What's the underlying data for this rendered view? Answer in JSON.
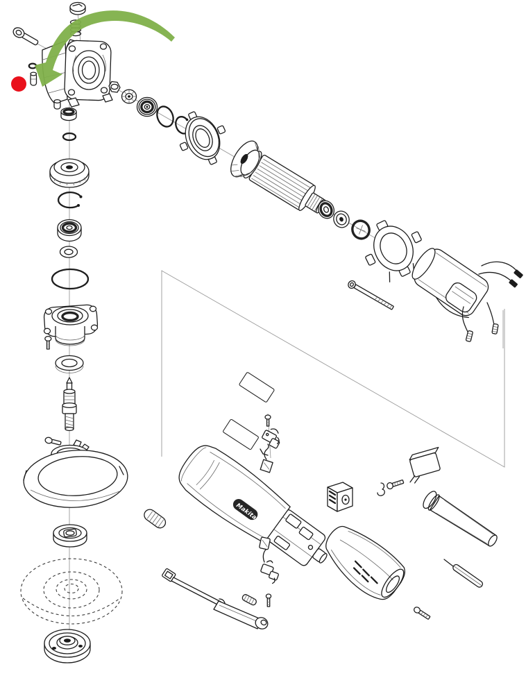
{
  "document": {
    "type": "exploded-parts-diagram",
    "subject": "angle-grinder",
    "background": "#ffffff",
    "line_art_color": "#1c1c1c"
  },
  "branding": {
    "logo_text": "Makita",
    "badge_color": "#262626",
    "badge_text_color": "#ffffff"
  },
  "annotation": {
    "arrow": {
      "shape": "curved-arrow",
      "color": "#7fb04a",
      "direction": "sweeps-from-upper-right-down-to-lower-left"
    },
    "target_marker": {
      "shape": "filled-circle",
      "color": "#e9111c",
      "marks": "shaft-lock-pin-position"
    }
  },
  "parts": {
    "gear_head_group": [
      "lock-button-cap",
      "compression-spring",
      "hex-bolt",
      "gear-housing",
      "o-ring-small",
      "shaft-lock-pin"
    ],
    "drive_train_group": [
      "hex-nut",
      "pinion-gear",
      "ball-bearing-front",
      "o-ring",
      "retaining-ring",
      "baffle-plate",
      "spiral-bevel-gear",
      "armature-assembly",
      "flat-washer",
      "ball-bearing-rear",
      "insulating-ring",
      "bearing-retainer",
      "long-pan-head-screw",
      "field-stator",
      "lead-wires"
    ],
    "spindle_column_group": [
      "sleeve-bushing",
      "labyrinth-ring",
      "o-ring-spindle",
      "spiral-bevel-gear-large",
      "retaining-ring-spindle",
      "ball-bearing-spindle",
      "flat-washer-spindle",
      "o-ring-large",
      "bearing-box",
      "bearing-box-screw",
      "felt-washer",
      "spindle",
      "clamp-screw",
      "clamp-lever-parts",
      "wheel-guard",
      "inner-flange",
      "depressed-center-wheel",
      "lock-nut"
    ],
    "body_group": [
      "panel-outline",
      "name-plate",
      "caution-label",
      "pan-head-screw-small",
      "brush-holder",
      "carbon-brush",
      "holder-hook",
      "motor-housing",
      "slide-switch-knob",
      "switch-block",
      "contact-clip",
      "tapping-screw",
      "capacitor",
      "side-handle-grip",
      "cord-sleeve",
      "rear-cover",
      "rear-cover-screw",
      "switch-lever",
      "lever-spring",
      "lever-screw",
      "brush-holder-lower",
      "brush-holder-cap"
    ]
  }
}
